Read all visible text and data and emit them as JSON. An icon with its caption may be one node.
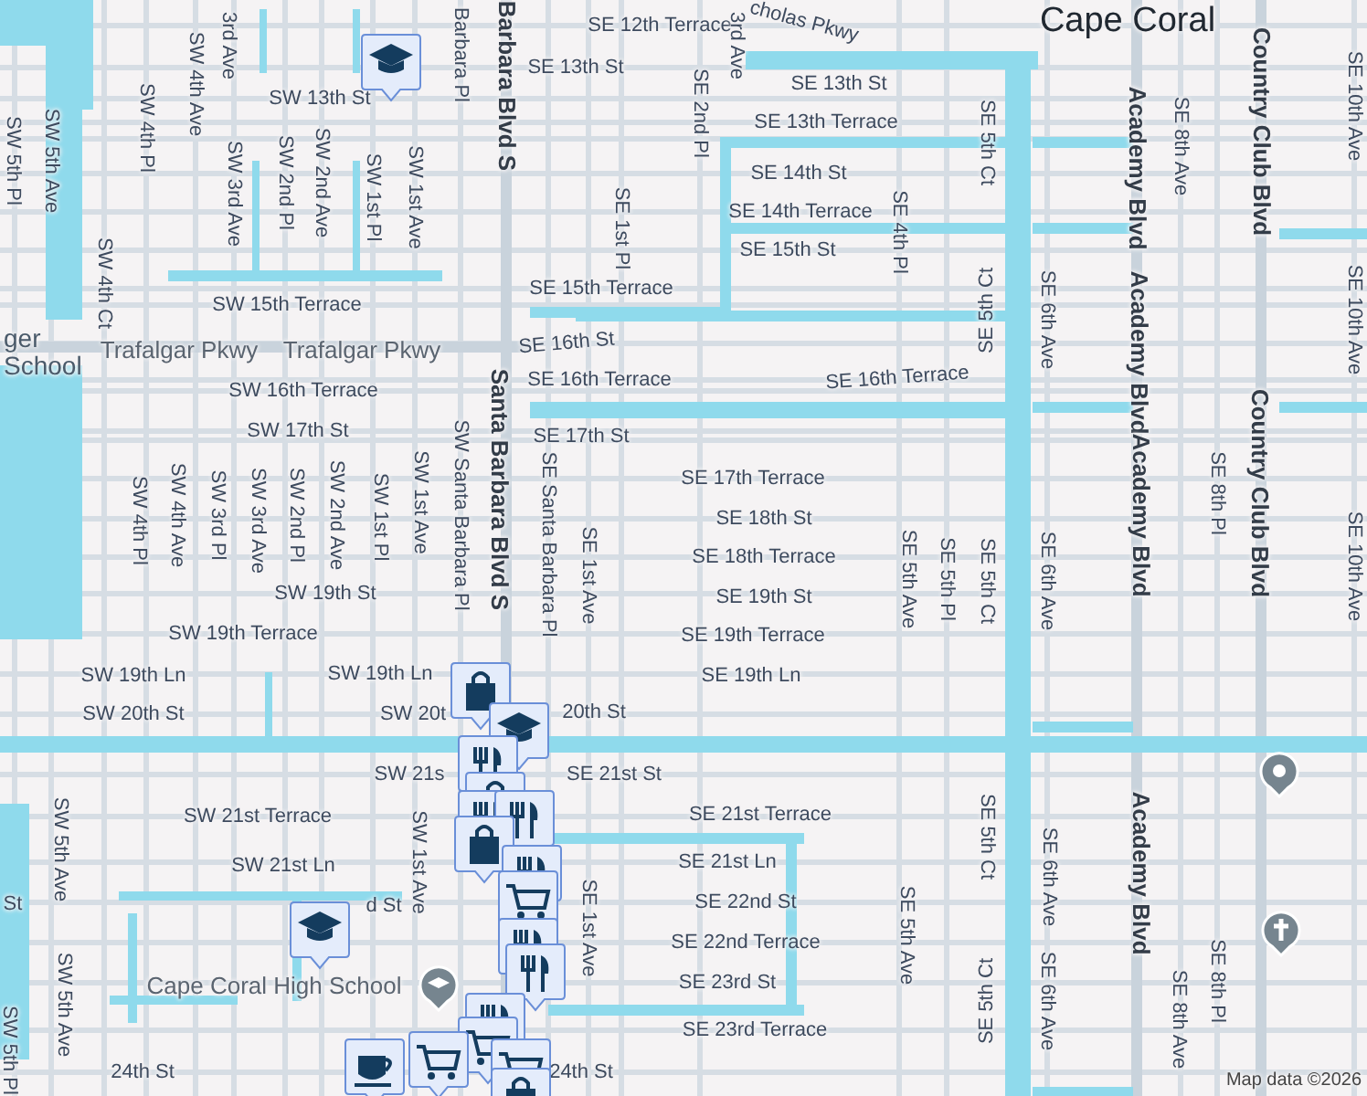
{
  "diagram": {
    "labels": [
      "SE 12th Terrace",
      "cholas Pkwy",
      "Cape Coral",
      "3rd Ave",
      "Barbara Pl",
      "3rd Ave",
      "SE 13th St",
      "SW 5th Pl",
      "SW 5th Ave",
      "SW 4th Pl",
      "SW 4th Ave",
      "Barbara Blvd S",
      "SE 13th St",
      "SW 13th St",
      "SE 2nd Pl",
      "SE 10th Ave",
      "SE 13th Terrace",
      "Country Club Blvd",
      "SE 5th Ct",
      "SE 8th Ave",
      "SE 14th St",
      "Academy Blvd",
      "SW 3rd Ave",
      "SW 2nd Pl",
      "SW 2nd Ave",
      "SW 1st Pl",
      "SW 1st Ave",
      "SE 14th Terrace",
      "SE 1st Pl",
      "SE 4th Pl",
      "SE 15th St",
      "SW 4th Ct",
      "SE 15th Terrace",
      "SW 15th Terrace",
      "SE 5th Ct",
      "SE 6th Ave",
      "SE 10th Ave",
      "ger School",
      "Trafalgar Pkwy",
      "Trafalgar Pkwy",
      "SE 16th St",
      "Academy Blvd",
      "SE 16th Terrace",
      "SE 16th Terrace",
      "SW 16th Terrace",
      "SW 17th St",
      "SE 17th St",
      "SE 17th Terrace",
      "SW 4th Pl",
      "SW 4th Ave",
      "SW 3rd Pl",
      "SW 3rd Ave",
      "SW 2nd Pl",
      "SW 2nd Ave",
      "SW 1st Pl",
      "SW 1st Ave",
      "SW Santa Barbara Pl",
      "Santa Barbara Blvd S",
      "SE Santa Barbara Pl",
      "SE 18th St",
      "Academy Blvd",
      "SE 8th Pl",
      "Country Club Blvd",
      "SE 18th Terrace",
      "SE 1st Ave",
      "SE 5th Ave",
      "SE 5th Pl",
      "SE 5th Ct",
      "SE 6th Ave",
      "SE 10th Ave",
      "SW 19th St",
      "SE 19th St",
      "SW 19th Terrace",
      "SE 19th Terrace",
      "SW 19th Ln",
      "SW 19th Ln",
      "SE 19th Ln",
      "SW 20th St",
      "SW 20t",
      "20th St",
      "SW 21s",
      "SE 21st St",
      "SW 5th Ave",
      "SW 21st Terrace",
      "SE 21st Terrace",
      "SW 21st Ln",
      "SW 1st Ave",
      "SE 21st Ln",
      "SE 5th Ct",
      "SE 6th Ave",
      "Academy Blvd",
      "St",
      "d St",
      "SE 22nd St",
      "SE 1st Ave",
      "SE 22nd Terrace",
      "SE 5th Ave",
      "SW 5th Ave",
      "Cape Coral High School",
      "SE 23rd St",
      "SE 5th Ct",
      "SE 6th Ave",
      "SE 8th Ave",
      "SE 8th Pl",
      "SE 23rd Terrace",
      "SW 5th Pl",
      "24th St",
      "24th St",
      "Map data ©2026"
    ]
  }
}
